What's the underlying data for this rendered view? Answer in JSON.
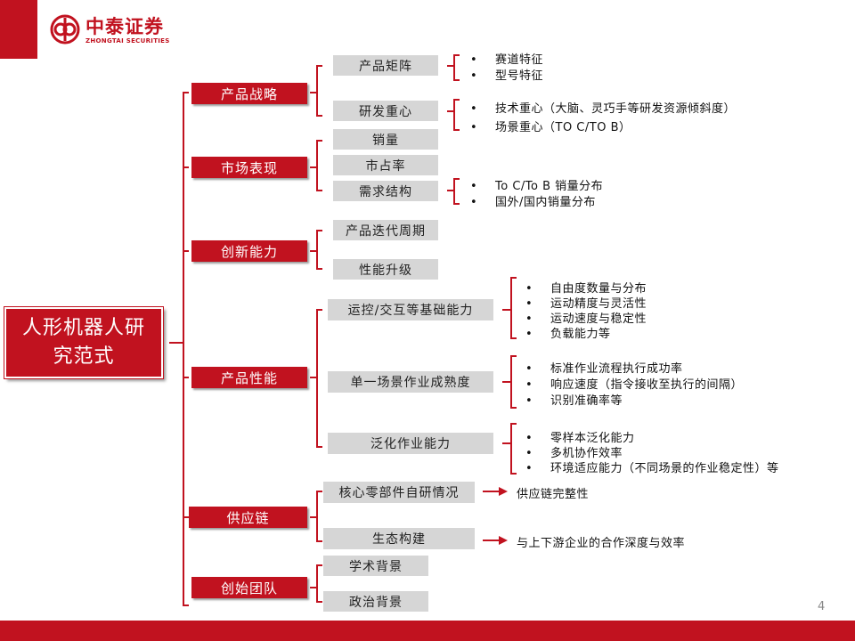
{
  "header": {
    "logo_name": "中泰证券",
    "logo_sub": "ZHONGTAI SECURITIES"
  },
  "page_number": "4",
  "colors": {
    "accent": "#c1121f",
    "sub_box": "#d6d6d6"
  },
  "diagram": {
    "root": "人形机器人研究范式",
    "categories": [
      {
        "label": "产品战略",
        "subs": [
          {
            "label": "产品矩阵",
            "details": [
              "赛道特征",
              "型号特征"
            ]
          },
          {
            "label": "研发重心",
            "details": [
              "技术重心（大脑、灵巧手等研发资源倾斜度）",
              "场景重心（TO C/TO B）"
            ]
          }
        ]
      },
      {
        "label": "市场表现",
        "subs": [
          {
            "label": "销量",
            "details": []
          },
          {
            "label": "市占率",
            "details": []
          },
          {
            "label": "需求结构",
            "details": [
              "To C/To B 销量分布",
              "国外/国内销量分布"
            ]
          }
        ]
      },
      {
        "label": "创新能力",
        "subs": [
          {
            "label": "产品迭代周期",
            "details": []
          },
          {
            "label": "性能升级",
            "details": []
          }
        ]
      },
      {
        "label": "产品性能",
        "subs": [
          {
            "label": "运控/交互等基础能力",
            "details": [
              "自由度数量与分布",
              "运动精度与灵活性",
              "运动速度与稳定性",
              "负载能力等"
            ]
          },
          {
            "label": "单一场景作业成熟度",
            "details": [
              "标准作业流程执行成功率",
              "响应速度（指令接收至执行的间隔）",
              "识别准确率等"
            ]
          },
          {
            "label": "泛化作业能力",
            "details": [
              "零样本泛化能力",
              "多机协作效率",
              "环境适应能力（不同场景的作业稳定性）等"
            ]
          }
        ]
      },
      {
        "label": "供应链",
        "subs": [
          {
            "label": "核心零部件自研情况",
            "arrow_text": "供应链完整性"
          },
          {
            "label": "生态构建",
            "arrow_text": "与上下游企业的合作深度与效率"
          }
        ]
      },
      {
        "label": "创始团队",
        "subs": [
          {
            "label": "学术背景",
            "details": []
          },
          {
            "label": "政治背景",
            "details": []
          }
        ]
      }
    ]
  }
}
